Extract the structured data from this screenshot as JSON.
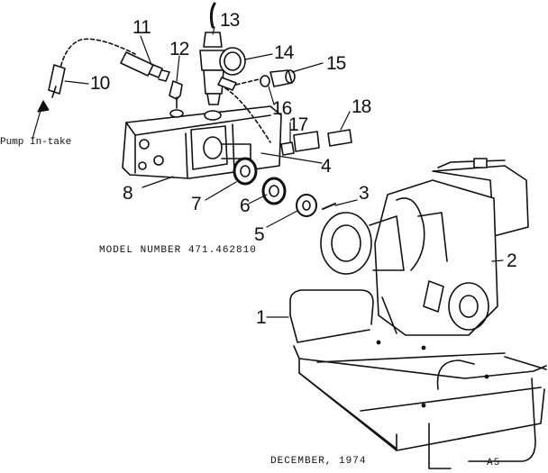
{
  "labels": {
    "n1": "1",
    "n2": "2",
    "n3": "3",
    "n4": "4",
    "n5": "5",
    "n6": "6",
    "n7": "7",
    "n8": "8",
    "n10": "10",
    "n11": "11",
    "n12": "12",
    "n13": "13",
    "n14": "14",
    "n15": "15",
    "n16": "16",
    "n17": "17",
    "n18": "18"
  },
  "pump_intake": "Pump In-take",
  "model_caption": "MODEL NUMBER 471.462810",
  "date_caption": "DECEMBER, 1974",
  "page_code": "A5"
}
